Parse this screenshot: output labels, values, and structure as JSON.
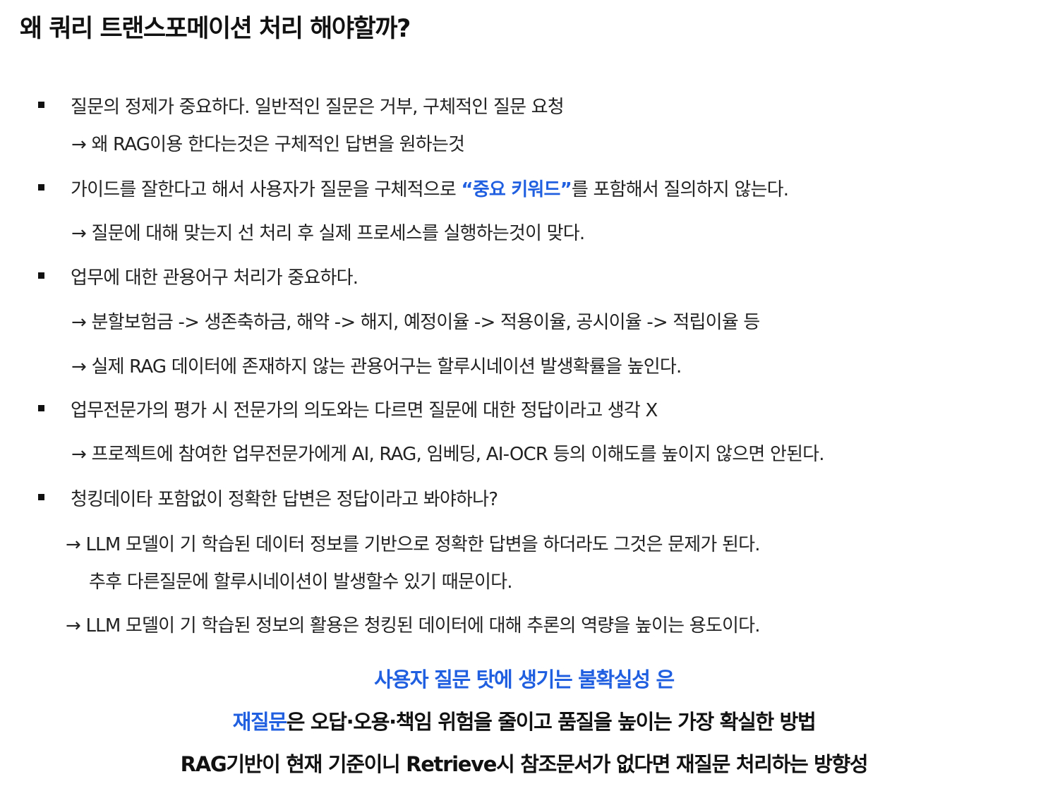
{
  "title": "왜 쿼리 트랜스포메이션 처리 해야할까?",
  "bullets": [
    {
      "text": "질문의 정제가 중요하다. 일반적인 질문은 거부, 구체적인 질문 요청",
      "subs": [
        "→ 왜 RAG이용 한다는것은 구체적인 답변을 원하는것"
      ]
    },
    {
      "text_before": "가이드를 잘한다고 해서 사용자가 질문을 구체적으로 ",
      "text_highlight": "“중요 키워드”",
      "text_after": "를 포함해서 질의하지 않는다.",
      "subs": [
        "→ 질문에 대해 맞는지 선 처리 후 실제 프로세스를 실행하는것이 맞다."
      ]
    },
    {
      "text": "업무에 대한 관용어구 처리가 중요하다.",
      "subs": [
        "→ 분할보험금 -> 생존축하금, 해약 -> 해지, 예정이율 -> 적용이율, 공시이율 -> 적립이율 등",
        "→ 실제 RAG 데이터에 존재하지 않는 관용어구는 할루시네이션 발생확률을 높인다."
      ]
    },
    {
      "text": "업무전문가의 평가 시 전문가의 의도와는 다르면 질문에 대한 정답이라고 생각 X",
      "subs": [
        "→ 프로젝트에 참여한 업무전문가에게 AI, RAG, 임베딩, AI-OCR 등의 이해도를 높이지 않으면 안된다."
      ]
    },
    {
      "text": "청킹데이타 포함없이 정확한 답변은 정답이라고 봐야하나?",
      "subs": [
        "→ LLM 모델이 기 학습된 데이터 정보를 기반으로 정확한 답변을 하더라도 그것은 문제가 된다.",
        "추후 다른질문에 할루시네이션이 발생할수 있기 때문이다.",
        "→ LLM 모델이 기 학습된 정보의 활용은 청킹된 데이터에 대해 추론의 역량을 높이는 용도이다."
      ]
    }
  ],
  "conclusion": {
    "line1": "사용자 질문 탓에 생기는 불확실성 은",
    "line2_highlight": "재질문",
    "line2_rest": "은 오답·오용·책임 위험을 줄이고 품질을 높이는 가장 확실한 방법",
    "line3": "RAG기반이 현재 기준이니 Retrieve시 참조문서가 없다면 재질문 처리하는 방향성"
  },
  "colors": {
    "accent": "#1f5fe0",
    "text": "#222222"
  }
}
